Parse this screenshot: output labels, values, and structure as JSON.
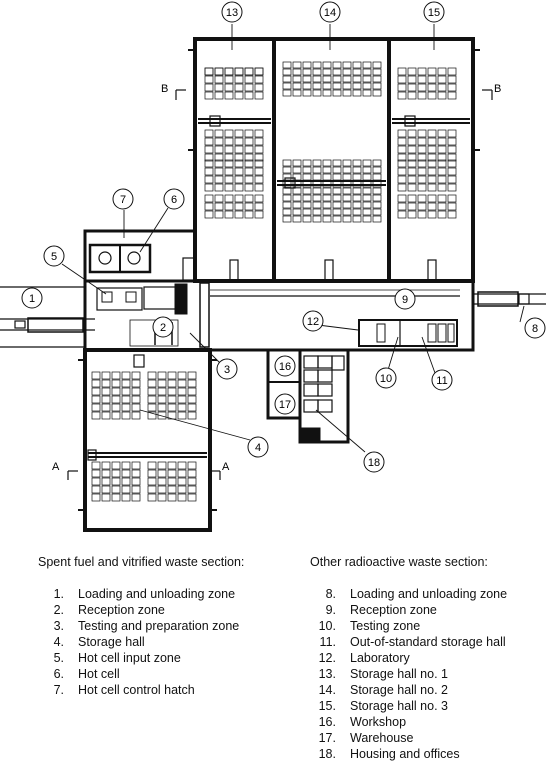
{
  "callouts": [
    "1",
    "2",
    "3",
    "4",
    "5",
    "6",
    "7",
    "8",
    "9",
    "10",
    "11",
    "12",
    "13",
    "14",
    "15",
    "16",
    "17",
    "18"
  ],
  "section_marks": {
    "a": "A",
    "b": "B"
  },
  "legend_left": {
    "heading": "Spent fuel and vitrified waste section:",
    "items": [
      {
        "num": "1.",
        "label": "Loading and unloading zone"
      },
      {
        "num": "2.",
        "label": "Reception zone"
      },
      {
        "num": "3.",
        "label": "Testing and preparation zone"
      },
      {
        "num": "4.",
        "label": "Storage hall"
      },
      {
        "num": "5.",
        "label": "Hot cell input zone"
      },
      {
        "num": "6.",
        "label": "Hot cell"
      },
      {
        "num": "7.",
        "label": "Hot cell control hatch"
      }
    ]
  },
  "legend_right": {
    "heading": "Other radioactive waste section:",
    "items": [
      {
        "num": "8.",
        "label": "Loading and unloading zone"
      },
      {
        "num": "9.",
        "label": "Reception zone"
      },
      {
        "num": "10.",
        "label": "Testing zone"
      },
      {
        "num": "11.",
        "label": "Out-of-standard storage hall"
      },
      {
        "num": "12.",
        "label": "Laboratory"
      },
      {
        "num": "13.",
        "label": "Storage hall no. 1"
      },
      {
        "num": "14.",
        "label": "Storage hall no. 2"
      },
      {
        "num": "15.",
        "label": "Storage hall no. 3"
      },
      {
        "num": "16.",
        "label": "Workshop"
      },
      {
        "num": "17.",
        "label": "Warehouse"
      },
      {
        "num": "18.",
        "label": "Housing and offices"
      }
    ]
  }
}
